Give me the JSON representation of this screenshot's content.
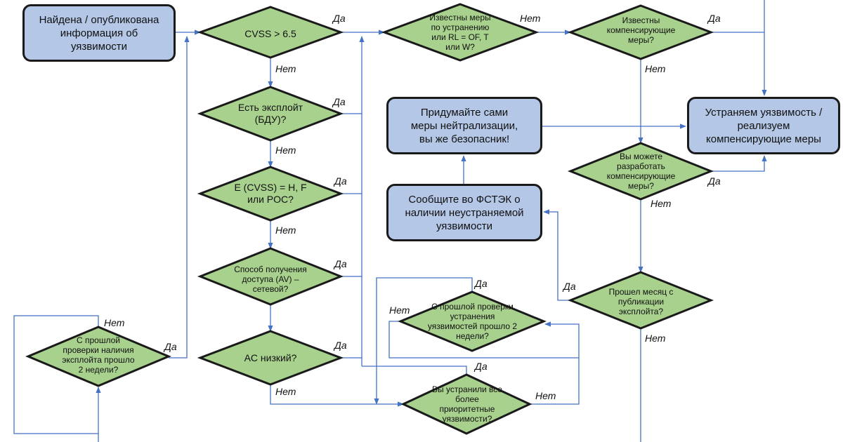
{
  "boxes": {
    "found_published": "Найдена / опубликована\nинформация об\nуязвимости",
    "invent_measures": "Придумайте сами\nмеры нейтрализации,\nвы же безопасник!",
    "report_fstek": "Сообщите во ФСТЭК о\nналичии неустраняемой\nуязвимости",
    "fix_vuln": "Устраняем уязвимость /\nреализуем\nкомпенсирующие меры"
  },
  "decisions": {
    "cvss": "CVSS > 6.5",
    "exploit_bdu": "Есть эксплойт\n(БДУ)?",
    "e_cvss": "E (CVSS) = H, F\nили POC?",
    "access_vector": "Способ получения\nдоступа (AV) –\nсетевой?",
    "ac_low": "AC низкий?",
    "known_fix": "Известны меры\nпо устранению\nили RL = OF, T\nили W?",
    "known_comp": "Известны\nкомпенсирующие\nмеры?",
    "can_develop": "Вы можете\nразработать\nкомпенсирующие\nмеры?",
    "month_passed": "Прошел месяц с\nпубликации\nэксплойта?",
    "recheck_exploit": "С прошлой\nпроверки наличия\nэксплойта прошло\n2 недели?",
    "recheck_fix": "С прошлой проверки\nустранения\nуязвимостей прошло 2\nнедели?",
    "priority_fixed": "Вы устранили все\nболее\nприоритетные\nуязвимости?"
  },
  "labels": {
    "yes": "Да",
    "no": "Нет"
  },
  "colors": {
    "box_fill": "#b4c7e7",
    "decision_fill": "#a9d18e",
    "connector": "#4472c4",
    "border": "#1a1a1a"
  }
}
